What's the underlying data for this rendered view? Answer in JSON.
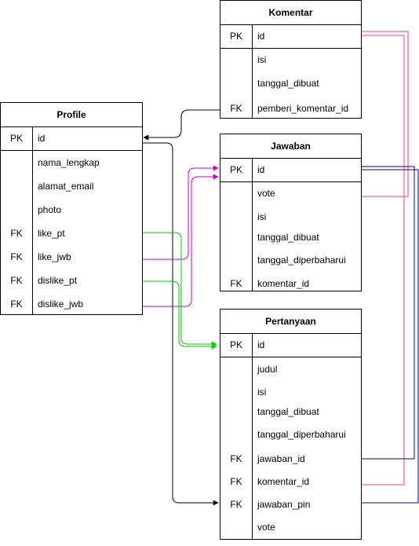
{
  "tables": {
    "komentar": {
      "title": "Komentar",
      "pk": {
        "key": "PK",
        "name": "id"
      },
      "fields": [
        {
          "key": "",
          "name": "isi"
        },
        {
          "key": "",
          "name": "tanggal_dibuat"
        },
        {
          "key": "FK",
          "name": "pemberi_komentar_id"
        }
      ]
    },
    "profile": {
      "title": "Profile",
      "pk": {
        "key": "PK",
        "name": "id"
      },
      "fields": [
        {
          "key": "",
          "name": "nama_lengkap"
        },
        {
          "key": "",
          "name": "alamat_email"
        },
        {
          "key": "",
          "name": "photo"
        },
        {
          "key": "FK",
          "name": "like_pt"
        },
        {
          "key": "FK",
          "name": "like_jwb"
        },
        {
          "key": "FK",
          "name": "dislike_pt"
        },
        {
          "key": "FK",
          "name": "dislike_jwb"
        }
      ]
    },
    "jawaban": {
      "title": "Jawaban",
      "pk": {
        "key": "PK",
        "name": "id"
      },
      "fields": [
        {
          "key": "",
          "name": "vote"
        },
        {
          "key": "",
          "name": "isi"
        },
        {
          "key": "",
          "name": "tanggal_dibuat"
        },
        {
          "key": "",
          "name": "tanggal_diperbaharui"
        },
        {
          "key": "FK",
          "name": "komentar_id"
        }
      ]
    },
    "pertanyaan": {
      "title": "Pertanyaan",
      "pk": {
        "key": "PK",
        "name": "id"
      },
      "fields": [
        {
          "key": "",
          "name": "judul"
        },
        {
          "key": "",
          "name": "isi"
        },
        {
          "key": "",
          "name": "tanggal_dibuat"
        },
        {
          "key": "",
          "name": "tanggal_diperbaharui"
        },
        {
          "key": "FK",
          "name": "jawaban_id"
        },
        {
          "key": "FK",
          "name": "komentar_id"
        },
        {
          "key": "FK",
          "name": "jawaban_pin"
        },
        {
          "key": "",
          "name": "vote"
        }
      ]
    }
  },
  "link_colors": {
    "black": "#000000",
    "magenta": "#ff3399",
    "purple": "#cc00cc",
    "green": "#00cc00",
    "navy": "#000099"
  }
}
